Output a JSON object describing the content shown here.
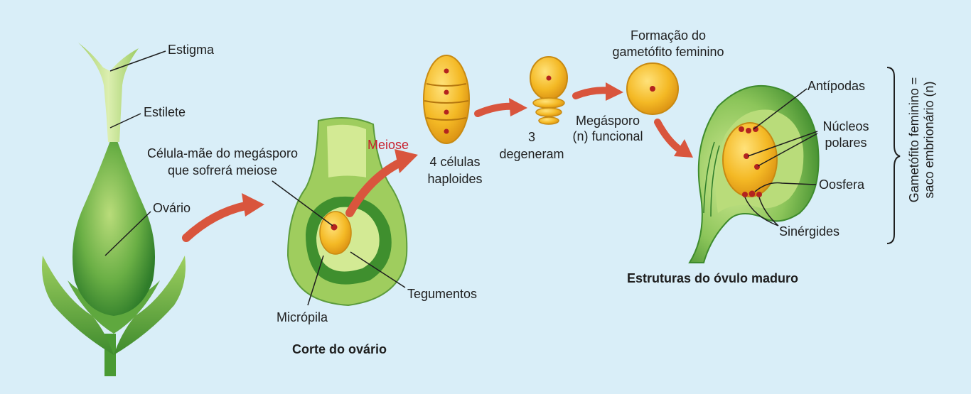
{
  "flower": {
    "estigma": "Estigma",
    "estilete": "Estilete",
    "ovario": "Ovário"
  },
  "ovary_section": {
    "celula_mae_line1": "Célula-mãe do megásporo",
    "celula_mae_line2": "que sofrerá meiose",
    "micropila": "Micrópila",
    "tegumentos": "Tegumentos",
    "caption": "Corte do ovário"
  },
  "meiosis": {
    "label": "Meiose",
    "four_cells_line1": "4 células",
    "four_cells_line2": "haploides",
    "three_line1": "3",
    "three_line2": "degeneram",
    "megasporo_line1": "Megásporo",
    "megasporo_line2": "(n) funcional",
    "formacao_line1": "Formação do",
    "formacao_line2": "gametófito feminino"
  },
  "mature_ovule": {
    "antipodas": "Antípodas",
    "nucleos_line1": "Núcleos",
    "nucleos_line2": "polares",
    "oosfera": "Oosfera",
    "sinergides": "Sinérgides",
    "caption": "Estruturas do óvulo maduro",
    "side_line1": "Gametófito feminino =",
    "side_line2": "saco embrionário (n)"
  },
  "colors": {
    "background": "#d9eef8",
    "arrow": "#d9553d",
    "cell_yellow": "#f2b624",
    "nucleus_red": "#b3231f",
    "green_dark": "#3f8f2e",
    "green_light": "#c8e28a"
  }
}
